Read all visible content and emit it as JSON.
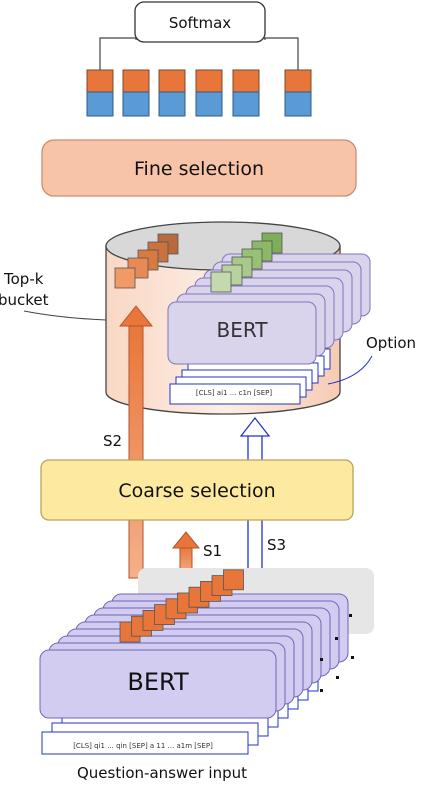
{
  "softmax": "Softmax",
  "fine_selection": "Fine selection",
  "top_k_line1": "Top-k",
  "top_k_line2": "bucket",
  "bert_upper": "BERT",
  "option": "Option",
  "option_input": "[CLS] ai1 ... c1n [SEP]",
  "s2": "S2",
  "coarse_selection": "Coarse selection",
  "s1": "S1",
  "s3": "S3",
  "bert_lower": "BERT",
  "qa_input": "[CLS] qi1 ... qin [SEP] a 11 ... a1m [SEP]",
  "question_answer_input": "Question-answer input",
  "colors": {
    "orange": "#e8763a",
    "blue": "#5b9bd5",
    "fine_fill": "#f8c4a8",
    "coarse_fill": "#fdeaa0",
    "bert_fill": "#d9d3ec",
    "green": "#8fb870",
    "line_blue": "#2233cc"
  }
}
